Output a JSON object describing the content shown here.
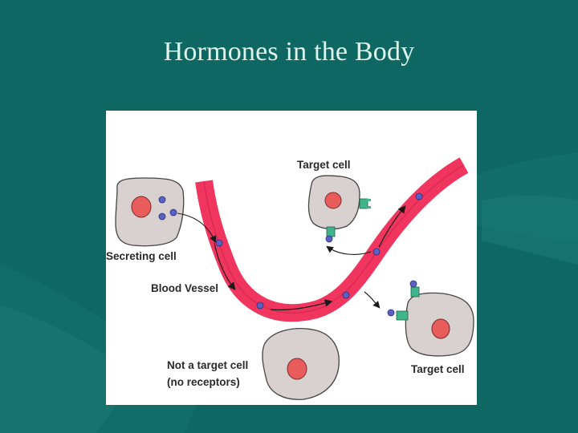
{
  "slide": {
    "title": "Hormones in the Body",
    "background_color": "#0f6763",
    "title_color": "#dff5ea"
  },
  "diagram": {
    "labels": {
      "secreting_cell": "Secreting cell",
      "blood_vessel": "Blood Vessel",
      "target_cell_top": "Target cell",
      "target_cell_bottom": "Target cell",
      "not_target_line1": "Not a target cell",
      "not_target_line2": "(no receptors)"
    },
    "colors": {
      "vessel": "#f0355e",
      "cell": "#d8d1d0",
      "nucleus": "#e95c5c",
      "hormone": "#5a61c4",
      "receptor": "#3fb58c"
    }
  }
}
